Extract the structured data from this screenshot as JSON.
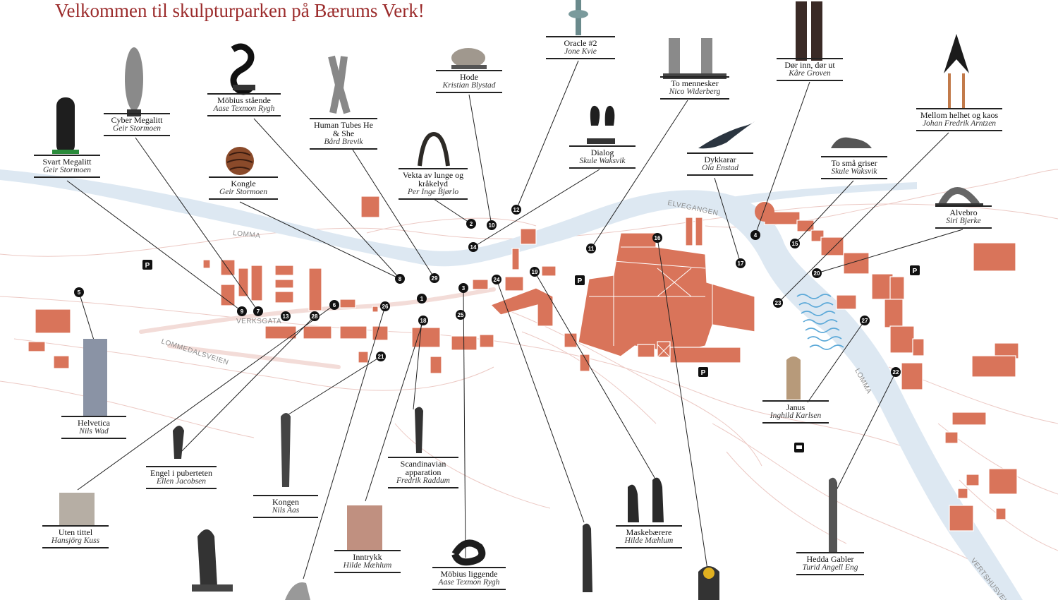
{
  "title": "Velkommen til skulpturparken på Bærums Verk!",
  "streets": {
    "lomma_1": "LOMMA",
    "lomma_2": "LOMMA",
    "elvegangen": "ELVEGANGEN",
    "verksgata": "VERKSGATA",
    "lommedalsveien": "LOMMEDALSVEIEN",
    "vertshusveien": "VERTSHUSVEIEN"
  },
  "parking_label": "P",
  "colors": {
    "title": "#9b2b2b",
    "building": "#d9745a",
    "building_dark": "#b8583f",
    "river": "#dde8f2",
    "contour": "#ecc9c4",
    "marker": "#111111"
  },
  "markers": [
    "2",
    "3",
    "4",
    "5",
    "6",
    "7",
    "8",
    "9",
    "10",
    "11",
    "12",
    "13",
    "14",
    "15",
    "16",
    "17",
    "18",
    "19",
    "20",
    "21",
    "22",
    "23",
    "24",
    "25",
    "26",
    "27",
    "28",
    "29"
  ],
  "sculptures": [
    {
      "name": "Svart Megalitt",
      "artist": "Geir Stormoen"
    },
    {
      "name": "Cyber Megalitt",
      "artist": "Geir Stormoen"
    },
    {
      "name": "Möbius stående",
      "artist": "Aase Texmon Rygh"
    },
    {
      "name": "Kongle",
      "artist": "Geir Stormoen"
    },
    {
      "name": "Human Tubes He & She",
      "artist": "Bård Brevik"
    },
    {
      "name": "Vekta av lunge og kråkelyd",
      "artist": "Per Inge Bjørlo"
    },
    {
      "name": "Hode",
      "artist": "Kristian Blystad"
    },
    {
      "name": "Oracle #2",
      "artist": "Jone Kvie"
    },
    {
      "name": "Dialog",
      "artist": "Skule Waksvik"
    },
    {
      "name": "To mennesker",
      "artist": "Nico Widerberg"
    },
    {
      "name": "Dykkarar",
      "artist": "Ola Enstad"
    },
    {
      "name": "Dør inn, dør ut",
      "artist": "Kåre Groven"
    },
    {
      "name": "To små griser",
      "artist": "Skule Waksvik"
    },
    {
      "name": "Mellom helhet og kaos",
      "artist": "Johan Fredrik Arntzen"
    },
    {
      "name": "Alvebro",
      "artist": "Siri Bjerke"
    },
    {
      "name": "Helvetica",
      "artist": "Nils Wad"
    },
    {
      "name": "Engel i puberteten",
      "artist": "Ellen Jacobsen"
    },
    {
      "name": "Kongen",
      "artist": "Nils Aas"
    },
    {
      "name": "Scandinavian apparation",
      "artist": "Fredrik Raddum"
    },
    {
      "name": "Uten tittel",
      "artist": "Hansjörg Kuss"
    },
    {
      "name": "Inntrykk",
      "artist": "Hilde Mæhlum"
    },
    {
      "name": "Möbius liggende",
      "artist": "Aase Texmon Rygh"
    },
    {
      "name": "Maskebærere",
      "artist": "Hilde Mæhlum"
    },
    {
      "name": "Janus",
      "artist": "Inghild Karlsen"
    },
    {
      "name": "Hedda Gabler",
      "artist": "Turid Angell Eng"
    }
  ]
}
